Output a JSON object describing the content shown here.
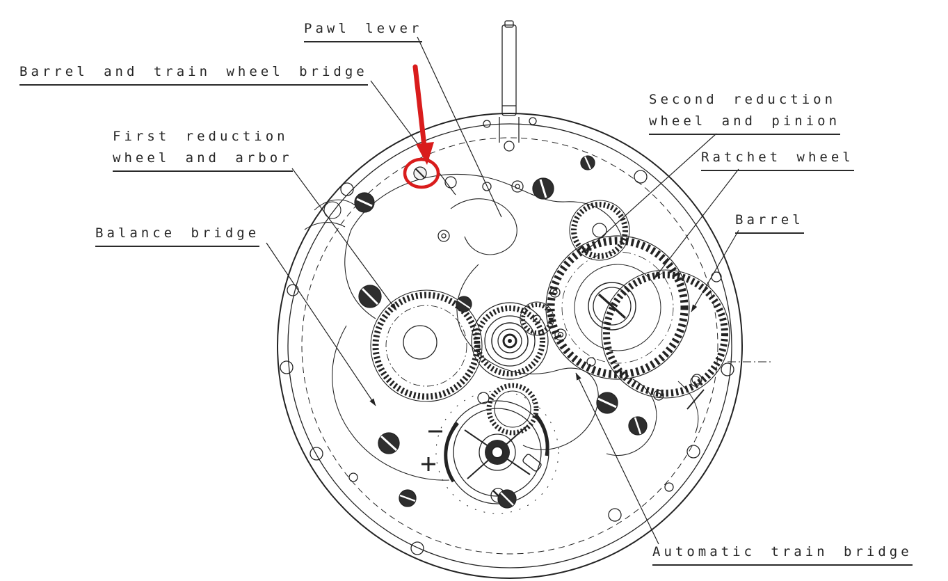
{
  "labels": {
    "pawl_lever": {
      "line1": "Pawl lever"
    },
    "barrel_and_train_wheel_bridge": {
      "line1": "Barrel and train wheel bridge"
    },
    "first_reduction_wheel_and_arbor": {
      "line1": "First reduction",
      "line2": "wheel and arbor"
    },
    "balance_bridge": {
      "line1": "Balance bridge"
    },
    "second_reduction_wheel_and_pinion": {
      "line1": "Second reduction",
      "line2": "wheel and pinion"
    },
    "ratchet_wheel": {
      "line1": "Ratchet wheel"
    },
    "barrel": {
      "line1": "Barrel"
    },
    "automatic_train_bridge": {
      "line1": "Automatic train bridge"
    }
  },
  "annotation": {
    "color": "#d91c1c"
  },
  "drawing": {
    "line_color": "#232323",
    "background": "#ffffff"
  }
}
